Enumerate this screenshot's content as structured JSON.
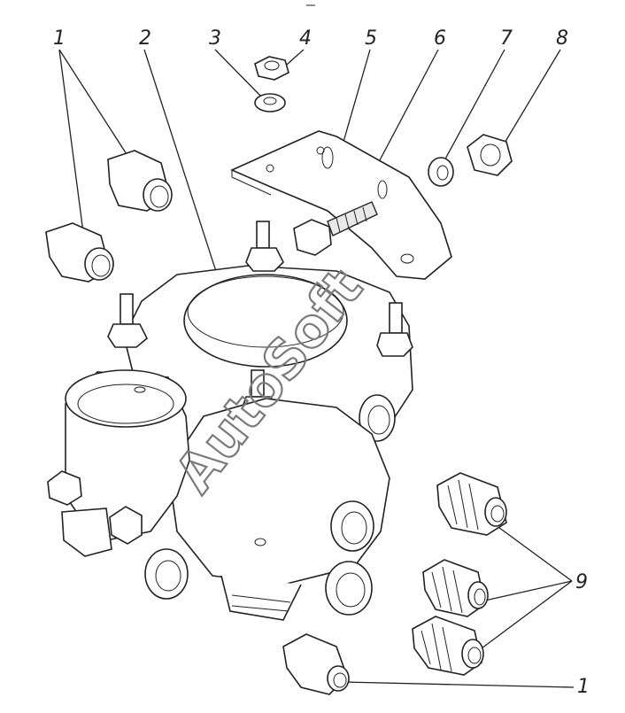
{
  "diagram": {
    "callouts": [
      {
        "id": "1",
        "label": "1"
      },
      {
        "id": "2",
        "label": "2"
      },
      {
        "id": "3",
        "label": "3"
      },
      {
        "id": "4",
        "label": "4"
      },
      {
        "id": "5",
        "label": "5"
      },
      {
        "id": "6",
        "label": "6"
      },
      {
        "id": "7",
        "label": "7"
      },
      {
        "id": "8",
        "label": "8"
      },
      {
        "id": "9",
        "label": "9"
      },
      {
        "id": "1b",
        "label": "1"
      }
    ],
    "watermark": "AutoSoft"
  }
}
